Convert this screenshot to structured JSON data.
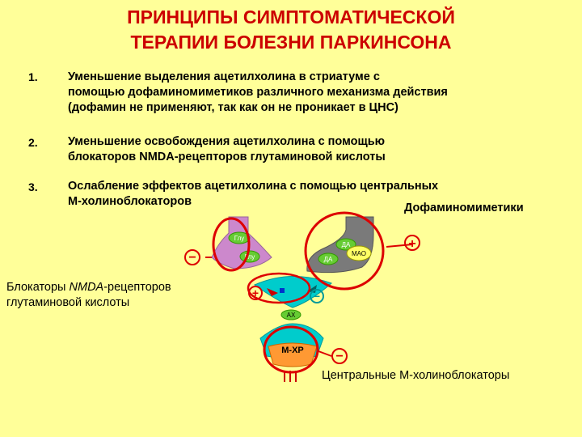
{
  "title": {
    "line1": "ПРИНЦИПЫ СИМПТОМАТИЧЕСКОЙ",
    "line2": "ТЕРАПИИ БОЛЕЗНИ ПАРКИНСОНА"
  },
  "items": [
    {
      "num": "1.",
      "lines": [
        "Уменьшение выделения ацетилхолина в стриатуме с",
        "помощью дофаминомиметиков различного механизма действия",
        "(дофамин не применяют, так как он не проникает в ЦНС)"
      ]
    },
    {
      "num": "2.",
      "lines": [
        "Уменьшение освобождения ацетилхолина с помощью",
        "блокаторов NMDA-рецепторов глутаминовой кислоты"
      ]
    },
    {
      "num": "3.",
      "lines": [
        "Ослабление эффектов ацетилхолина с помощью центральных",
        "М-холиноблокаторов"
      ]
    }
  ],
  "labels": {
    "dopaminomimetics": "Дофаминомиметики",
    "nmda_line1_prefix": "Блокаторы ",
    "nmda_line1_italic": "NMDA",
    "nmda_line1_suffix": "-рецепторов",
    "nmda_line2": "глутаминовой кислоты",
    "central_m": "Центральные М-холиноблокаторы"
  },
  "diagram": {
    "glu_top": "Глу",
    "glu_small": "Глу",
    "da_top": "ДА",
    "da_small": "ДА",
    "mao": "МАО",
    "ach": "АХ",
    "m_xr": "М-ХР",
    "minus": "−",
    "plus": "+"
  },
  "colors": {
    "background": "#ffff99",
    "title": "#cc0000",
    "glu_neuron": "#cc88cc",
    "da_neuron": "#7a7a7a",
    "green_vesicle": "#66cc33",
    "cyan_neuron": "#00cccc",
    "receptor_orange": "#ff9933",
    "circle_red": "#dd0000"
  }
}
